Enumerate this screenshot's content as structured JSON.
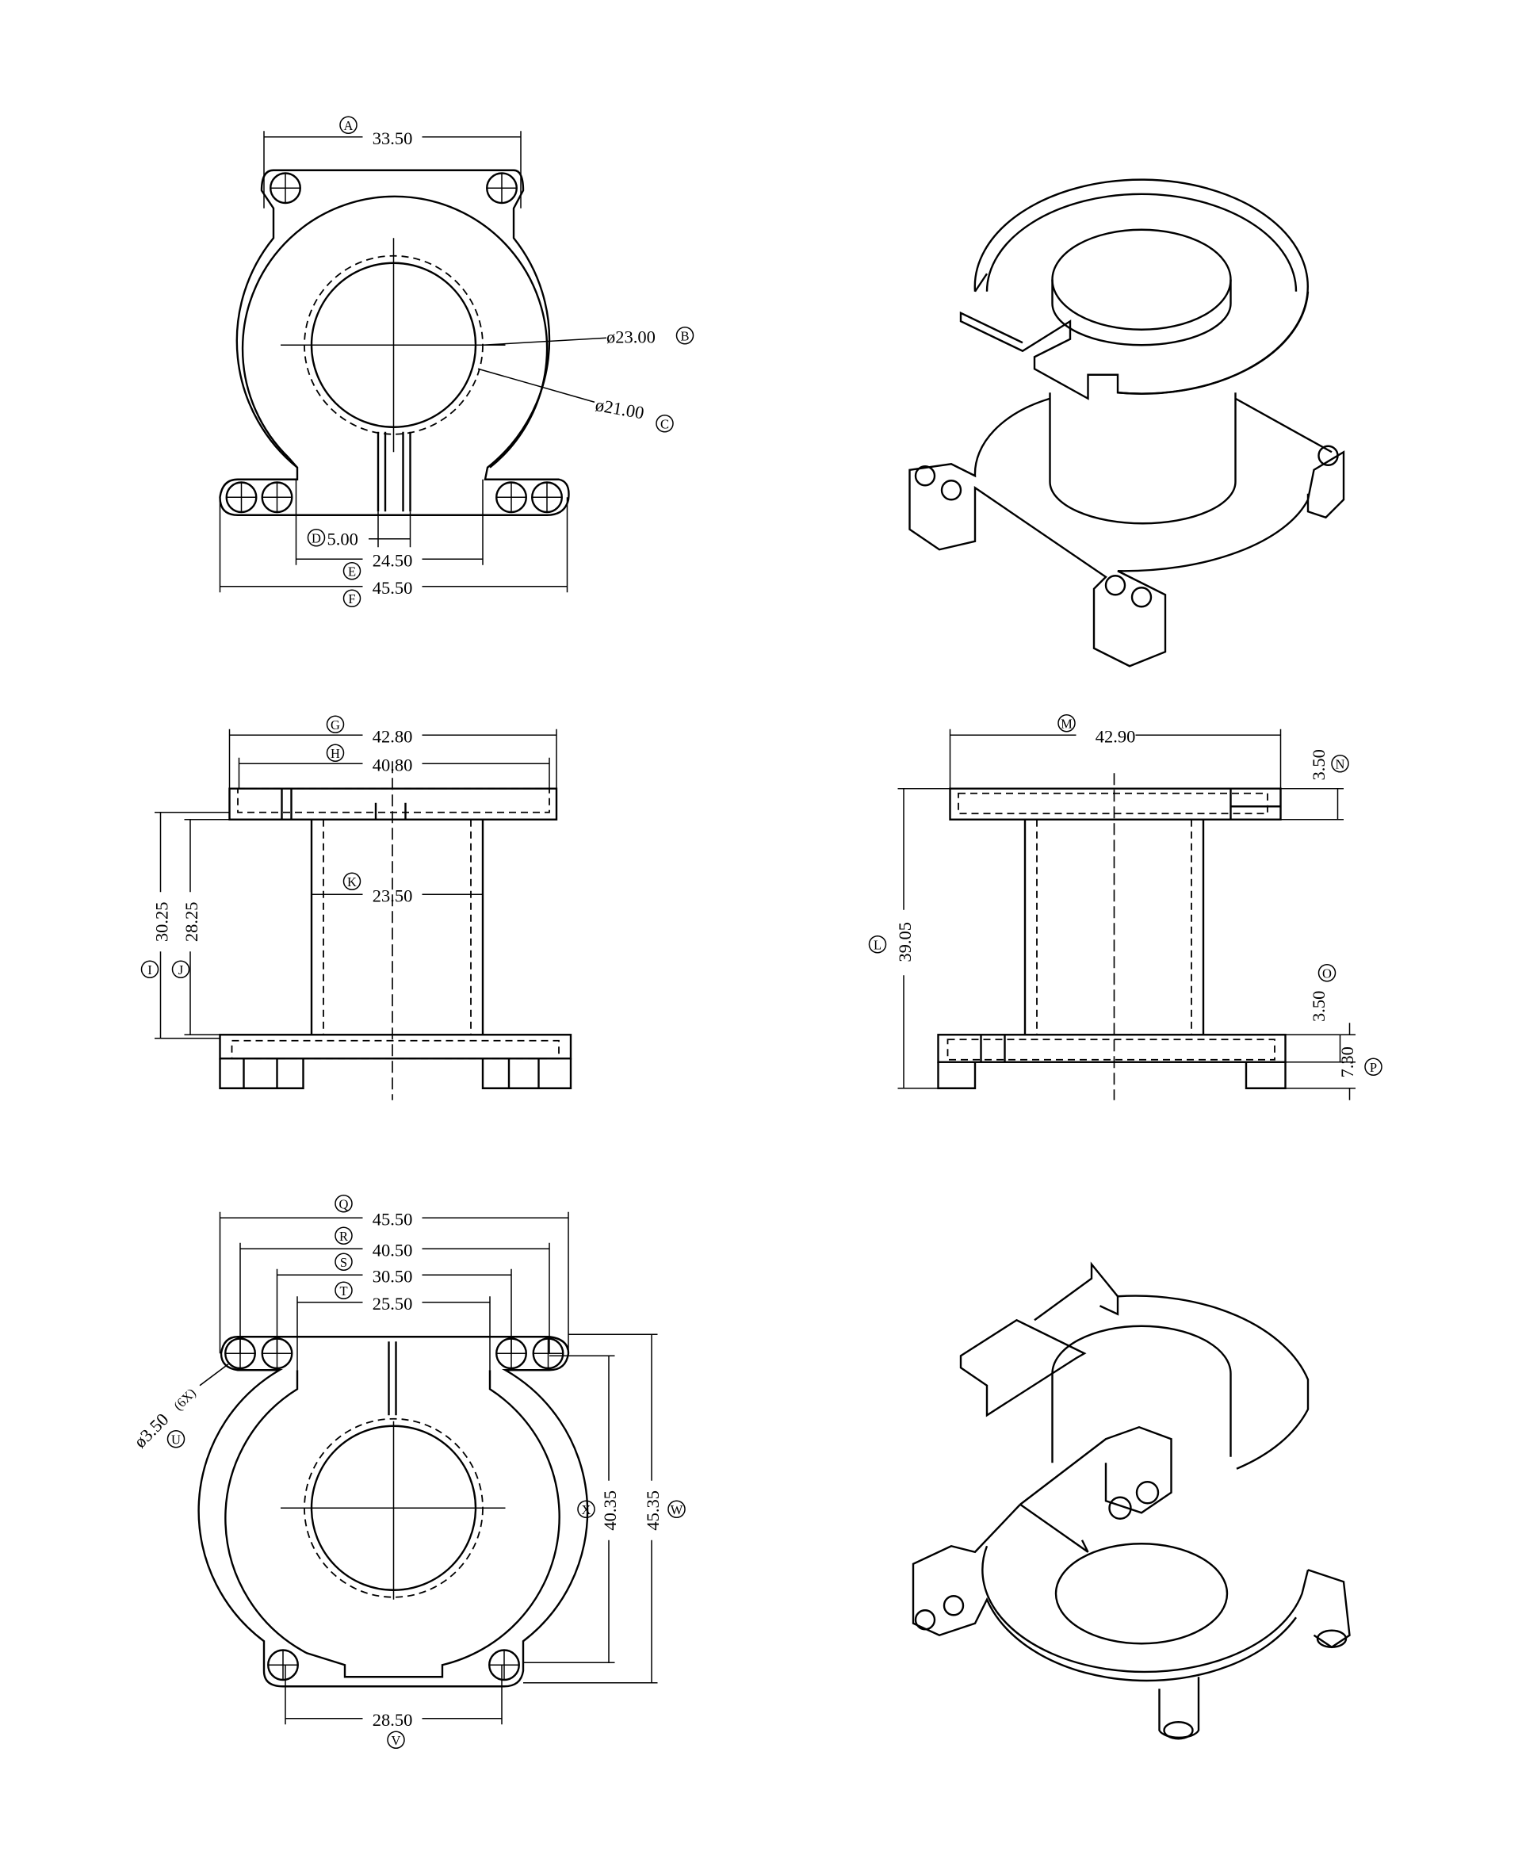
{
  "top_view": {
    "A": {
      "letter": "A",
      "value": "33.50"
    },
    "B": {
      "letter": "B",
      "value": "ø23.00"
    },
    "C": {
      "letter": "C",
      "value": "ø21.00"
    },
    "D": {
      "letter": "D",
      "value": "5.00"
    },
    "E": {
      "letter": "E",
      "value": "24.50"
    },
    "F": {
      "letter": "F",
      "value": "45.50"
    }
  },
  "front_view": {
    "G": {
      "letter": "G",
      "value": "42.80"
    },
    "H": {
      "letter": "H",
      "value": "40.80"
    },
    "K": {
      "letter": "K",
      "value": "23.50"
    },
    "I": {
      "letter": "I",
      "value": "30.25"
    },
    "J": {
      "letter": "J",
      "value": "28.25"
    }
  },
  "side_view": {
    "M": {
      "letter": "M",
      "value": "42.90"
    },
    "N": {
      "letter": "N",
      "value": "3.50"
    },
    "L": {
      "letter": "L",
      "value": "39.05"
    },
    "O": {
      "letter": "O",
      "value": "3.50"
    },
    "P": {
      "letter": "P",
      "value": "7.30"
    }
  },
  "bottom_view": {
    "Q": {
      "letter": "Q",
      "value": "45.50"
    },
    "R": {
      "letter": "R",
      "value": "40.50"
    },
    "S": {
      "letter": "S",
      "value": "30.50"
    },
    "T": {
      "letter": "T",
      "value": "25.50"
    },
    "U": {
      "letter": "U",
      "value": "ø3.50",
      "note": "(6X)"
    },
    "X": {
      "letter": "X",
      "value": "40.35"
    },
    "W": {
      "letter": "W",
      "value": "45.35"
    },
    "V": {
      "letter": "V",
      "value": "28.50"
    }
  }
}
